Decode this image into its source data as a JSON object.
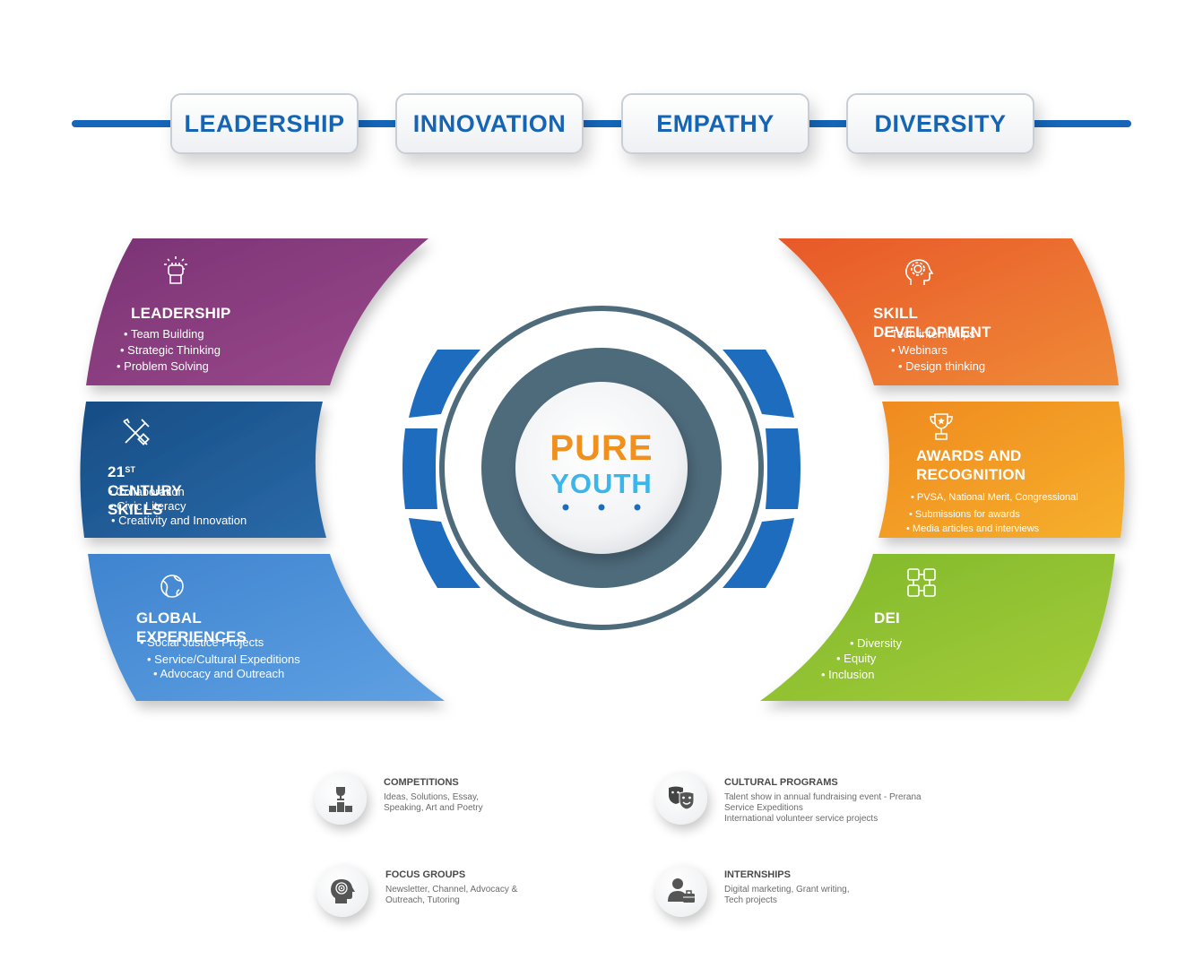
{
  "values": [
    "LEADERSHIP",
    "INNOVATION",
    "EMPATHY",
    "DIVERSITY"
  ],
  "center": {
    "line1": "PURE",
    "line2": "YOUTH"
  },
  "panels": {
    "leadership": {
      "title": "LEADERSHIP",
      "items": [
        "Team Building",
        "Strategic Thinking",
        "Problem Solving"
      ],
      "color": "#8a3f80",
      "icon": "raised-fist-icon"
    },
    "century": {
      "title_number": "21",
      "title_sup": "ST",
      "title_rest": " CENTURY SKILLS",
      "items": [
        "Collaboration",
        "Civic Literacy",
        "Creativity and Innovation"
      ],
      "color": "#1f5a96",
      "icon": "tools-icon"
    },
    "global": {
      "title": "GLOBAL EXPERIENCES",
      "items": [
        "Social Justice Projects",
        "Service/Cultural Expeditions",
        "Advocacy and Outreach"
      ],
      "color": "#4a8fd6",
      "icon": "globe-icon"
    },
    "skill": {
      "title": "SKILL DEVELOPMENT",
      "items": [
        "Tech internships",
        "Webinars",
        "Design thinking"
      ],
      "color": "#e8692a",
      "icon": "head-gear-icon"
    },
    "awards": {
      "title_line1": "AWARDS AND",
      "title_line2": "RECOGNITION",
      "items": [
        "PVSA, National Merit, Congressional",
        "Submissions for awards",
        "Media articles and interviews"
      ],
      "color": "#f29a20",
      "icon": "trophy-icon"
    },
    "dei": {
      "title": "DEI",
      "items": [
        "Diversity",
        "Equity",
        "Inclusion"
      ],
      "color": "#8cc02c",
      "icon": "joined-hands-icon"
    }
  },
  "activities": [
    {
      "title": "COMPETITIONS",
      "desc": "Ideas, Solutions, Essay,\nSpeaking, Art and Poetry",
      "icon": "podium-trophy-icon"
    },
    {
      "title": "CULTURAL PROGRAMS",
      "desc": "Talent show in annual fundraising event - Prerana\nService Expeditions\nInternational volunteer service projects",
      "icon": "theater-masks-icon"
    },
    {
      "title": "FOCUS GROUPS",
      "desc": "Newsletter, Channel, Advocacy &\nOutreach, Tutoring",
      "icon": "head-target-icon"
    },
    {
      "title": "INTERNSHIPS",
      "desc": "Digital marketing, Grant writing,\nTech projects",
      "icon": "person-briefcase-icon"
    }
  ],
  "colors": {
    "brand_blue": "#1665b5",
    "pure_orange": "#f0901f",
    "youth_blue": "#3ab6ea",
    "ring_dark": "#4e6b7c"
  }
}
